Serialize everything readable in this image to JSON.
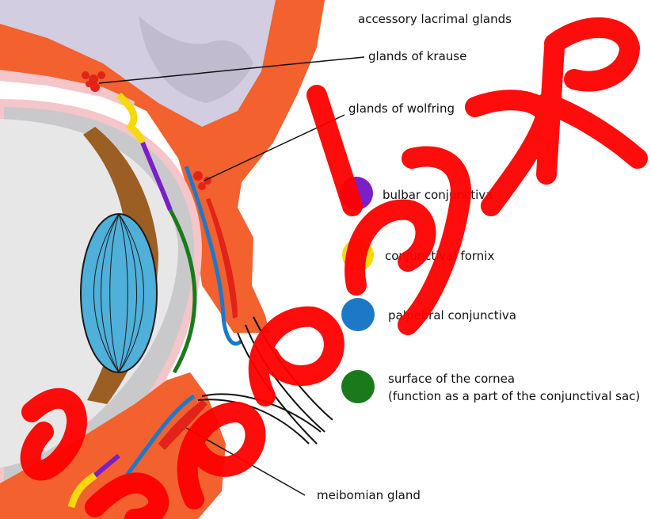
{
  "labels": {
    "accessory_lacrimal_glands": "accessory lacrimal glands",
    "glands_of_krause": "glands of krause",
    "glands_of_wolfring": "glands of  wolfring",
    "meibomian_gland": "meibomian gland"
  },
  "legend": [
    {
      "key": "bulbar",
      "label": "bulbar conjunctiva",
      "color": "#7B1FC7"
    },
    {
      "key": "fornix",
      "label": "conjunctival fornix",
      "color": "#F5D90A"
    },
    {
      "key": "palpebral",
      "label": "palpebral conjunctiva",
      "color": "#1E78C8"
    },
    {
      "key": "cornea",
      "label": "surface of the cornea",
      "label2": "(function as a part of the conjunctival sac)",
      "color": "#1A7A1A"
    }
  ],
  "colors": {
    "lid_tissue": "#F2612E",
    "orbit_bone": "#D2CDE0",
    "eyeball": "#C9C9CB",
    "lens": "#4FB0DA",
    "iris": "#9B5E23",
    "gland": "#E2231A",
    "watermark": "#FF0000"
  },
  "watermark": {
    "glyphs": "e a e e J 7 9",
    "kind": "overlay"
  }
}
